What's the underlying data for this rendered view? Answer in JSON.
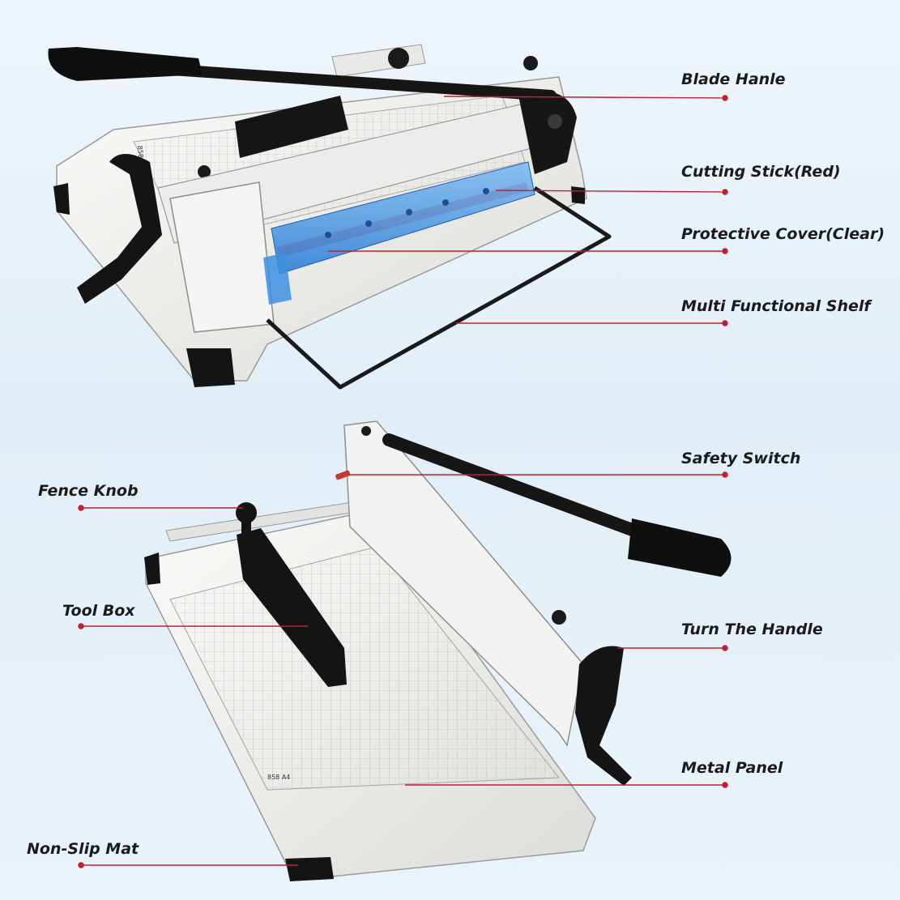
{
  "labels": {
    "blade_handle": "Blade Hanle",
    "cutting_stick": "Cutting Stick(Red)",
    "protective_cover": "Protective Cover(Clear)",
    "multi_functional_shelf": "Multi Functional Shelf",
    "safety_switch": "Safety Switch",
    "fence_knob": "Fence Knob",
    "tool_box": "Tool Box",
    "turn_the_handle": "Turn The Handle",
    "metal_panel": "Metal Panel",
    "non_slip_mat": "Non-Slip Mat"
  },
  "product_text": {
    "model_top": "858",
    "model_bottom": "858 A4"
  },
  "colors": {
    "leader_line": "#c21f2f",
    "body_white": "#f1f1ef",
    "handle_black": "#141414",
    "cover_blue": "#3d8fe0",
    "cutting_stick_red": "#d8473e"
  }
}
